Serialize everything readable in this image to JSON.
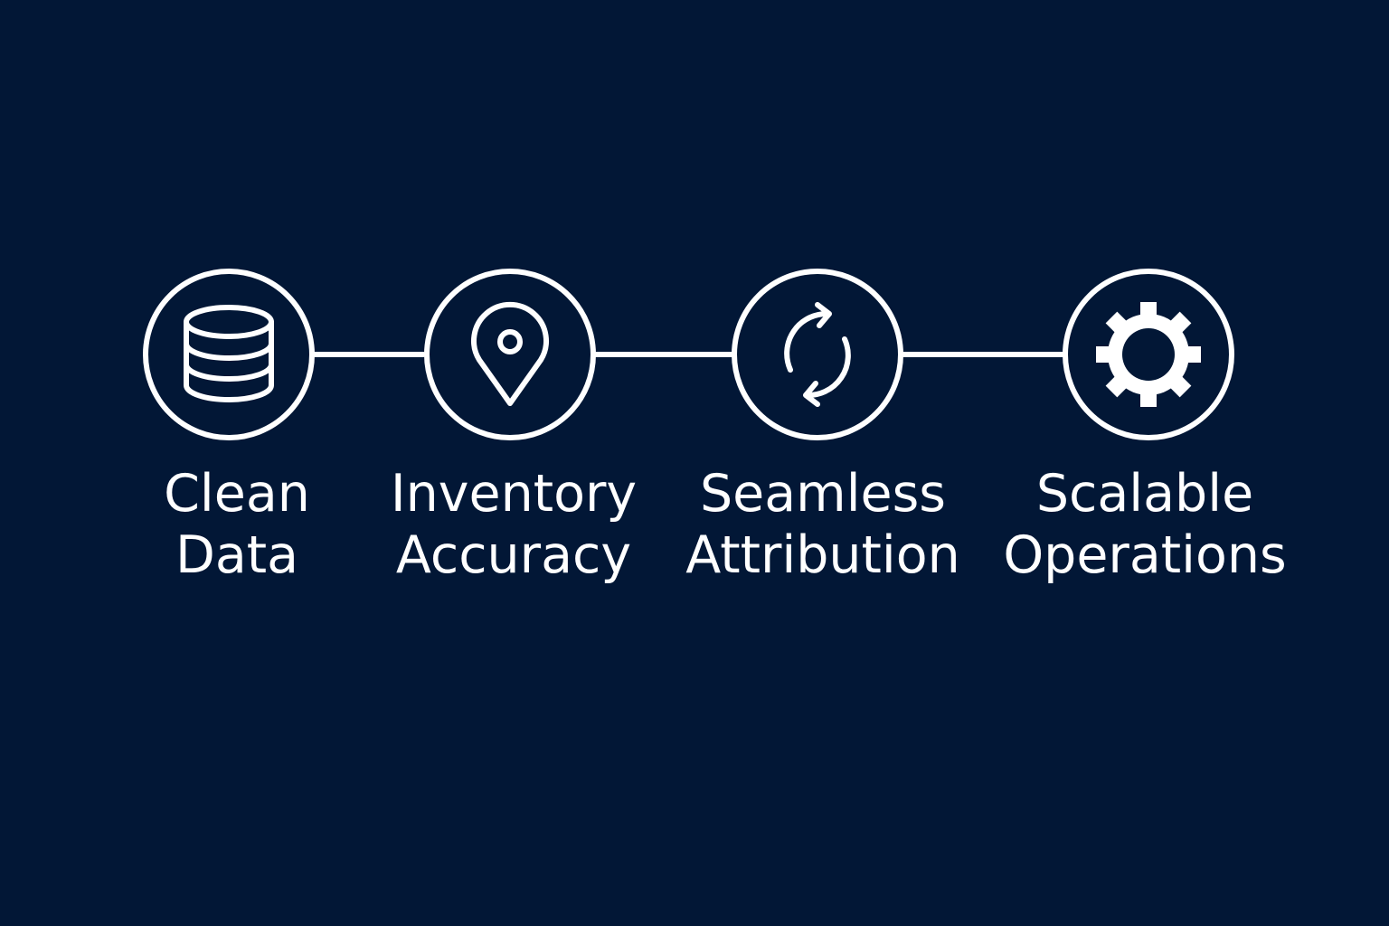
{
  "colors": {
    "background": "#021736",
    "foreground": "#ffffff"
  },
  "steps": [
    {
      "icon": "database-icon",
      "line1": "Clean",
      "line2": "Data"
    },
    {
      "icon": "location-pin-icon",
      "line1": "Inventory",
      "line2": "Accuracy"
    },
    {
      "icon": "refresh-cycle-icon",
      "line1": "Seamless",
      "line2": "Attribution"
    },
    {
      "icon": "gear-icon",
      "line1": "Scalable",
      "line2": "Operations"
    }
  ]
}
